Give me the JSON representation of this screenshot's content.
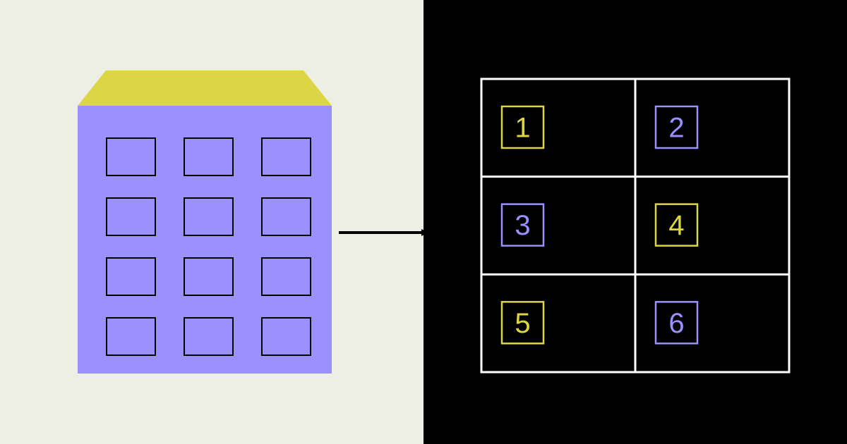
{
  "colors": {
    "left_background": "#eeefe4",
    "right_background": "#000000",
    "building_body": "#9a91fe",
    "building_roof": "#dcd546",
    "window_stroke": "#000000",
    "arrow": "#000000",
    "grid_stroke": "#ffffff",
    "accent_yellow": "#dcd546",
    "accent_purple": "#9a91fe"
  },
  "building": {
    "window_rows": 4,
    "window_cols": 3
  },
  "grid": {
    "rows": 3,
    "cols": 2,
    "cells": [
      {
        "label": "1",
        "color": "#dcd546"
      },
      {
        "label": "2",
        "color": "#9a91fe"
      },
      {
        "label": "3",
        "color": "#9a91fe"
      },
      {
        "label": "4",
        "color": "#dcd546"
      },
      {
        "label": "5",
        "color": "#dcd546"
      },
      {
        "label": "6",
        "color": "#9a91fe"
      }
    ]
  }
}
